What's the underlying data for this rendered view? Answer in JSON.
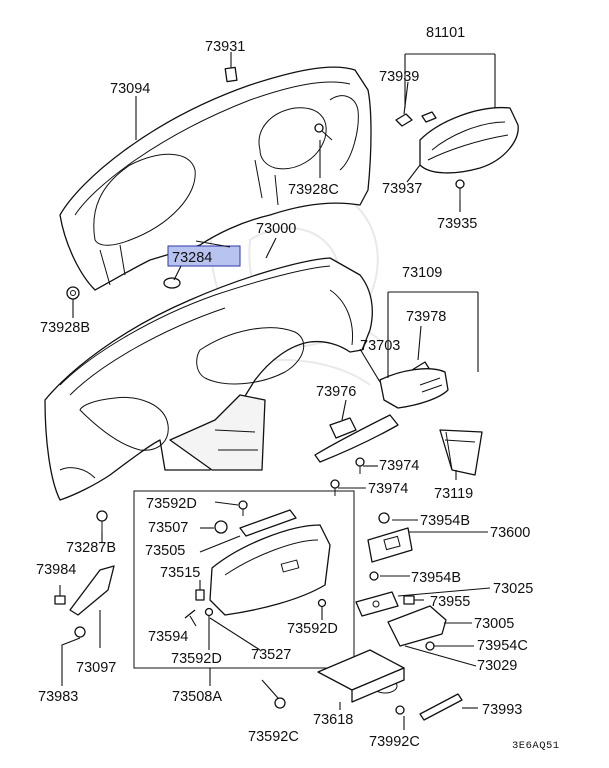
{
  "labels": {
    "p81101": "81101",
    "p73931": "73931",
    "p73094": "73094",
    "p73939": "73939",
    "p73928C": "73928C",
    "p73937": "73937",
    "p73935": "73935",
    "p73000": "73000",
    "p73284": "73284",
    "p73928B": "73928B",
    "p73109": "73109",
    "p73978": "73978",
    "p73703": "73703",
    "p73976": "73976",
    "p73974a": "73974",
    "p73974b": "73974",
    "p73119": "73119",
    "p73592D_a": "73592D",
    "p73507": "73507",
    "p73505": "73505",
    "p73954B_a": "73954B",
    "p73600": "73600",
    "p73287B": "73287B",
    "p73984": "73984",
    "p73515": "73515",
    "p73954B_b": "73954B",
    "p73025": "73025",
    "p73955": "73955",
    "p73594": "73594",
    "p73592D_b": "73592D",
    "p73005": "73005",
    "p73954C": "73954C",
    "p73097": "73097",
    "p73592D_c": "73592D",
    "p73527": "73527",
    "p73029": "73029",
    "p73983": "73983",
    "p73508A": "73508A",
    "p73618": "73618",
    "p73993": "73993",
    "p73592C": "73592C",
    "p73992C": "73992C",
    "diagram_code": "3E6AQ51"
  },
  "highlight": {
    "part": "73284",
    "color": "#b8c3f0"
  }
}
